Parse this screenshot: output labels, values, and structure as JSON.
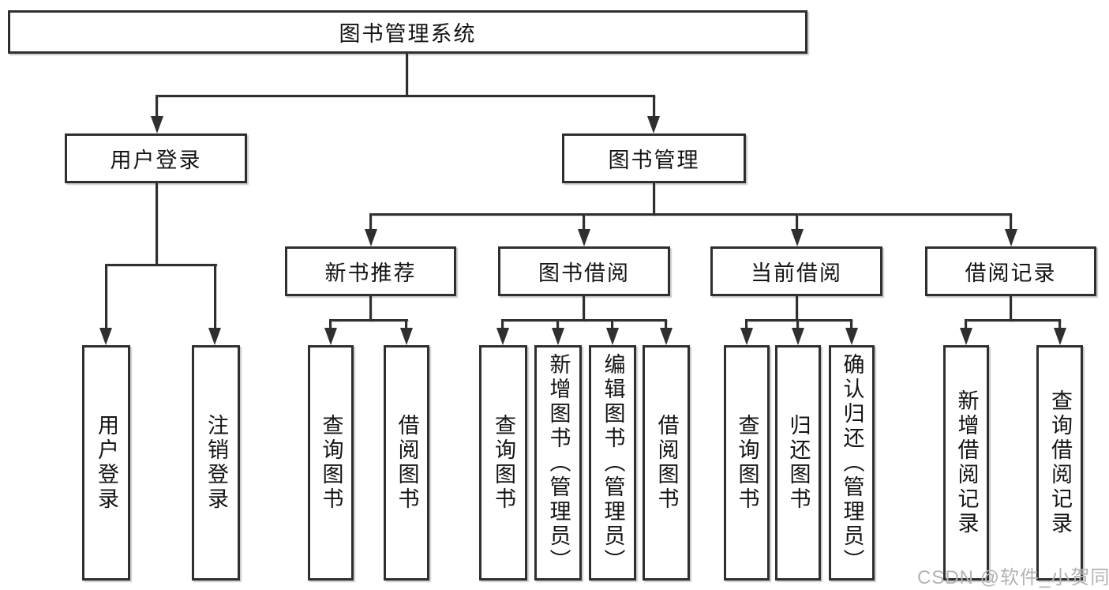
{
  "diagram": {
    "nodes": {
      "root": "图书管理系统",
      "level2": [
        "用户登录",
        "图书管理"
      ],
      "level3": [
        "新书推荐",
        "图书借阅",
        "当前借阅",
        "借阅记录"
      ],
      "leaves_user_login": [
        "用户登录",
        "注销登录"
      ],
      "leaves_new_book": [
        "查询图书",
        "借阅图书"
      ],
      "leaves_book_borrow": [
        "查询图书",
        "新增图书（管理员）",
        "编辑图书（管理员）",
        "借阅图书"
      ],
      "leaves_current_borrow": [
        "查询图书",
        "归还图书",
        "确认归还（管理员）"
      ],
      "leaves_borrow_record": [
        "新增借阅记录",
        "查询借阅记录"
      ]
    },
    "watermark": "CSDN @软件_小贺同学",
    "colors": {
      "line": "#2f2f2f",
      "text": "#141414",
      "watermark": "#b3b3b3",
      "background": "#ffffff"
    }
  }
}
